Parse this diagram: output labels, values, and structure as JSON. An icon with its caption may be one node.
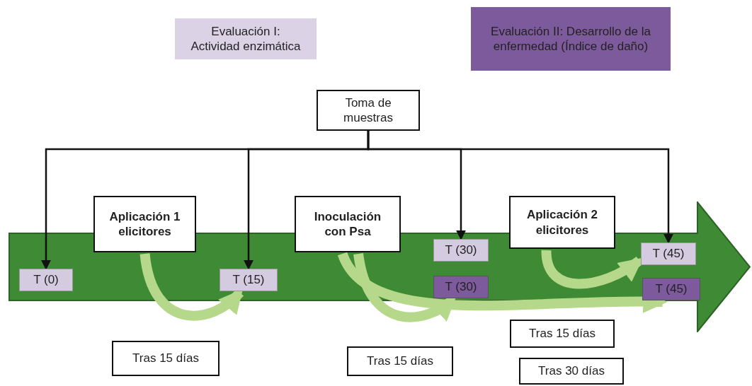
{
  "diagram": {
    "nodes": [
      {
        "text": [
          "Evaluación I: Actividad enzimática"
        ]
      },
      {
        "text": [
          "Evaluación II: Desarrollo de la enfermedad (Índice de daño)"
        ]
      },
      {
        "text": [
          "Toma de muestras"
        ]
      },
      {
        "text": [],
        "shape": "arrow"
      },
      {
        "text": [
          "Aplicación 1 elicitores"
        ]
      },
      {
        "text": [
          "Inoculación con Psa"
        ]
      },
      {
        "text": [
          "Aplicación 2 elicitores"
        ]
      },
      {
        "text": [
          "T (0)"
        ],
        "in": 3
      },
      {
        "text": [
          "T (15)"
        ],
        "in": 3
      },
      {
        "text": [
          "T (30)"
        ],
        "in": 3
      },
      {
        "text": [
          "T (30)"
        ],
        "in": 3
      },
      {
        "text": [
          "T (45)"
        ],
        "in": 3
      },
      {
        "text": [
          "T (45)"
        ],
        "in": 3
      },
      {
        "text": [
          "Tras 15 días"
        ]
      },
      {
        "text": [
          "Tras 15 días"
        ]
      },
      {
        "text": [
          "Tras 15 días"
        ]
      },
      {
        "text": [
          "Tras 30 días"
        ]
      }
    ],
    "edges": [
      {
        "from": 2,
        "to": 7,
        "arrow": "to"
      },
      {
        "from": 2,
        "to": 8,
        "arrow": "to"
      },
      {
        "from": 2,
        "to": 9,
        "arrow": "to"
      },
      {
        "from": 2,
        "to": 11,
        "arrow": "to"
      },
      {
        "from": 4,
        "to": 8,
        "arrow": "to",
        "style": "thick",
        "color": "#b5d88a"
      },
      {
        "from": 5,
        "to": 10,
        "arrow": "to",
        "style": "thick",
        "color": "#b5d88a"
      },
      {
        "from": 5,
        "to": 12,
        "arrow": "to",
        "style": "thick",
        "color": "#b5d88a"
      },
      {
        "from": 6,
        "to": 11,
        "arrow": "to",
        "style": "thick",
        "color": "#b5d88a"
      }
    ]
  }
}
